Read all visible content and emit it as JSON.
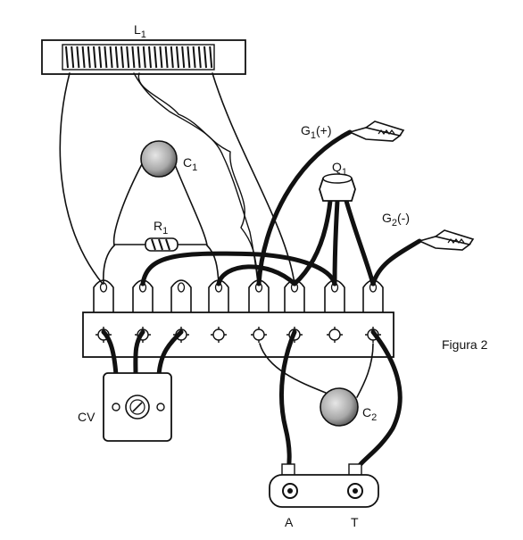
{
  "figure": {
    "caption": "Figura 2"
  },
  "components": {
    "coil": {
      "label": "L",
      "sub": "1"
    },
    "cap1": {
      "label": "C",
      "sub": "1"
    },
    "resistor": {
      "label": "R",
      "sub": "1"
    },
    "transistor": {
      "label": "Q",
      "sub": "1"
    },
    "clip_g1": {
      "label": "G",
      "sub": "1",
      "suffix": "(+)"
    },
    "clip_g2": {
      "label": "G",
      "sub": "2",
      "suffix": "(-)"
    },
    "variable_cap": {
      "label": "CV"
    },
    "cap2": {
      "label": "C",
      "sub": "2"
    },
    "output_a": {
      "label": "A"
    },
    "output_t": {
      "label": "T"
    }
  },
  "colors": {
    "ink": "#111111",
    "capacitor_fill": "#b5b5b5",
    "paper": "#ffffff"
  }
}
